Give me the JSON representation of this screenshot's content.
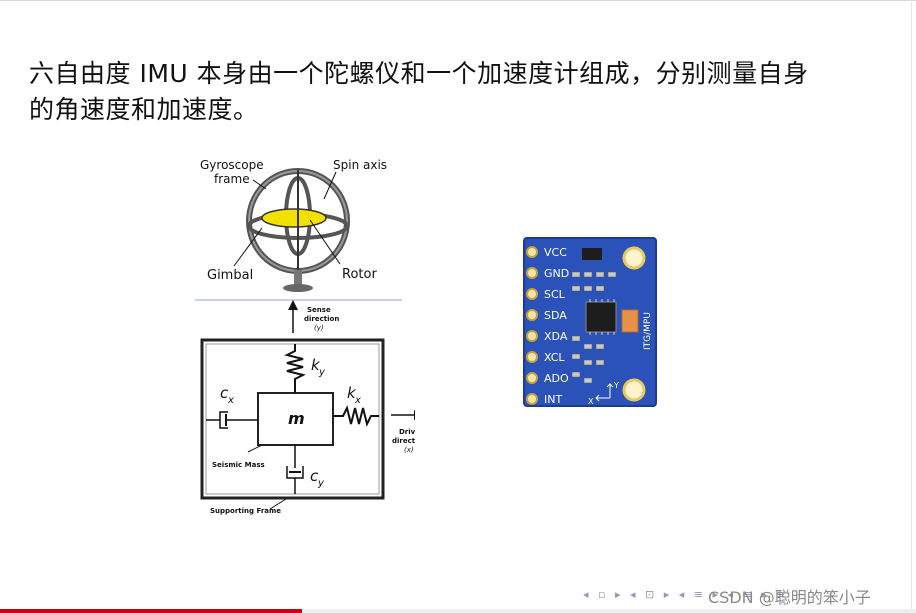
{
  "slide": {
    "headline_line1": "六自由度 IMU 本身由一个陀螺仪和一个加速度计组成，分别测量自身",
    "headline_line2": "的角速度和加速度。"
  },
  "gyroscope": {
    "label_frame_1": "Gyroscope",
    "label_frame_2": "frame",
    "label_spin": "Spin axis",
    "label_gimbal": "Gimbal",
    "label_rotor": "Rotor"
  },
  "accelerometer": {
    "sense_1": "Sense",
    "sense_2": "direction",
    "sense_3": "(y)",
    "ky": "k",
    "ky_sub": "y",
    "kx": "k",
    "kx_sub": "x",
    "cx": "c",
    "cx_sub": "x",
    "cy": "c",
    "cy_sub": "y",
    "mass": "m",
    "drive_1": "Drive",
    "drive_2": "direction",
    "drive_3": "(x)",
    "seismic": "Seismic Mass",
    "support": "Supporting Frame"
  },
  "board": {
    "pins": [
      "VCC",
      "GND",
      "SCL",
      "SDA",
      "XDA",
      "XCL",
      "ADO",
      "INT"
    ],
    "silk": "ITG/MPU",
    "axis_y": "Y",
    "axis_x": "X",
    "board_color": "#2a52b8"
  },
  "footer": {
    "nav": "◂ ▫ ▸ ◂ ⊡ ▸ ◂ ≡ ▸ ◂ ≡ ▸ ≡ ∽ ◦ ◦",
    "watermark": "CSDN @聪明的笨小子",
    "progress": 0.33,
    "progress_color": "#c9001a"
  }
}
